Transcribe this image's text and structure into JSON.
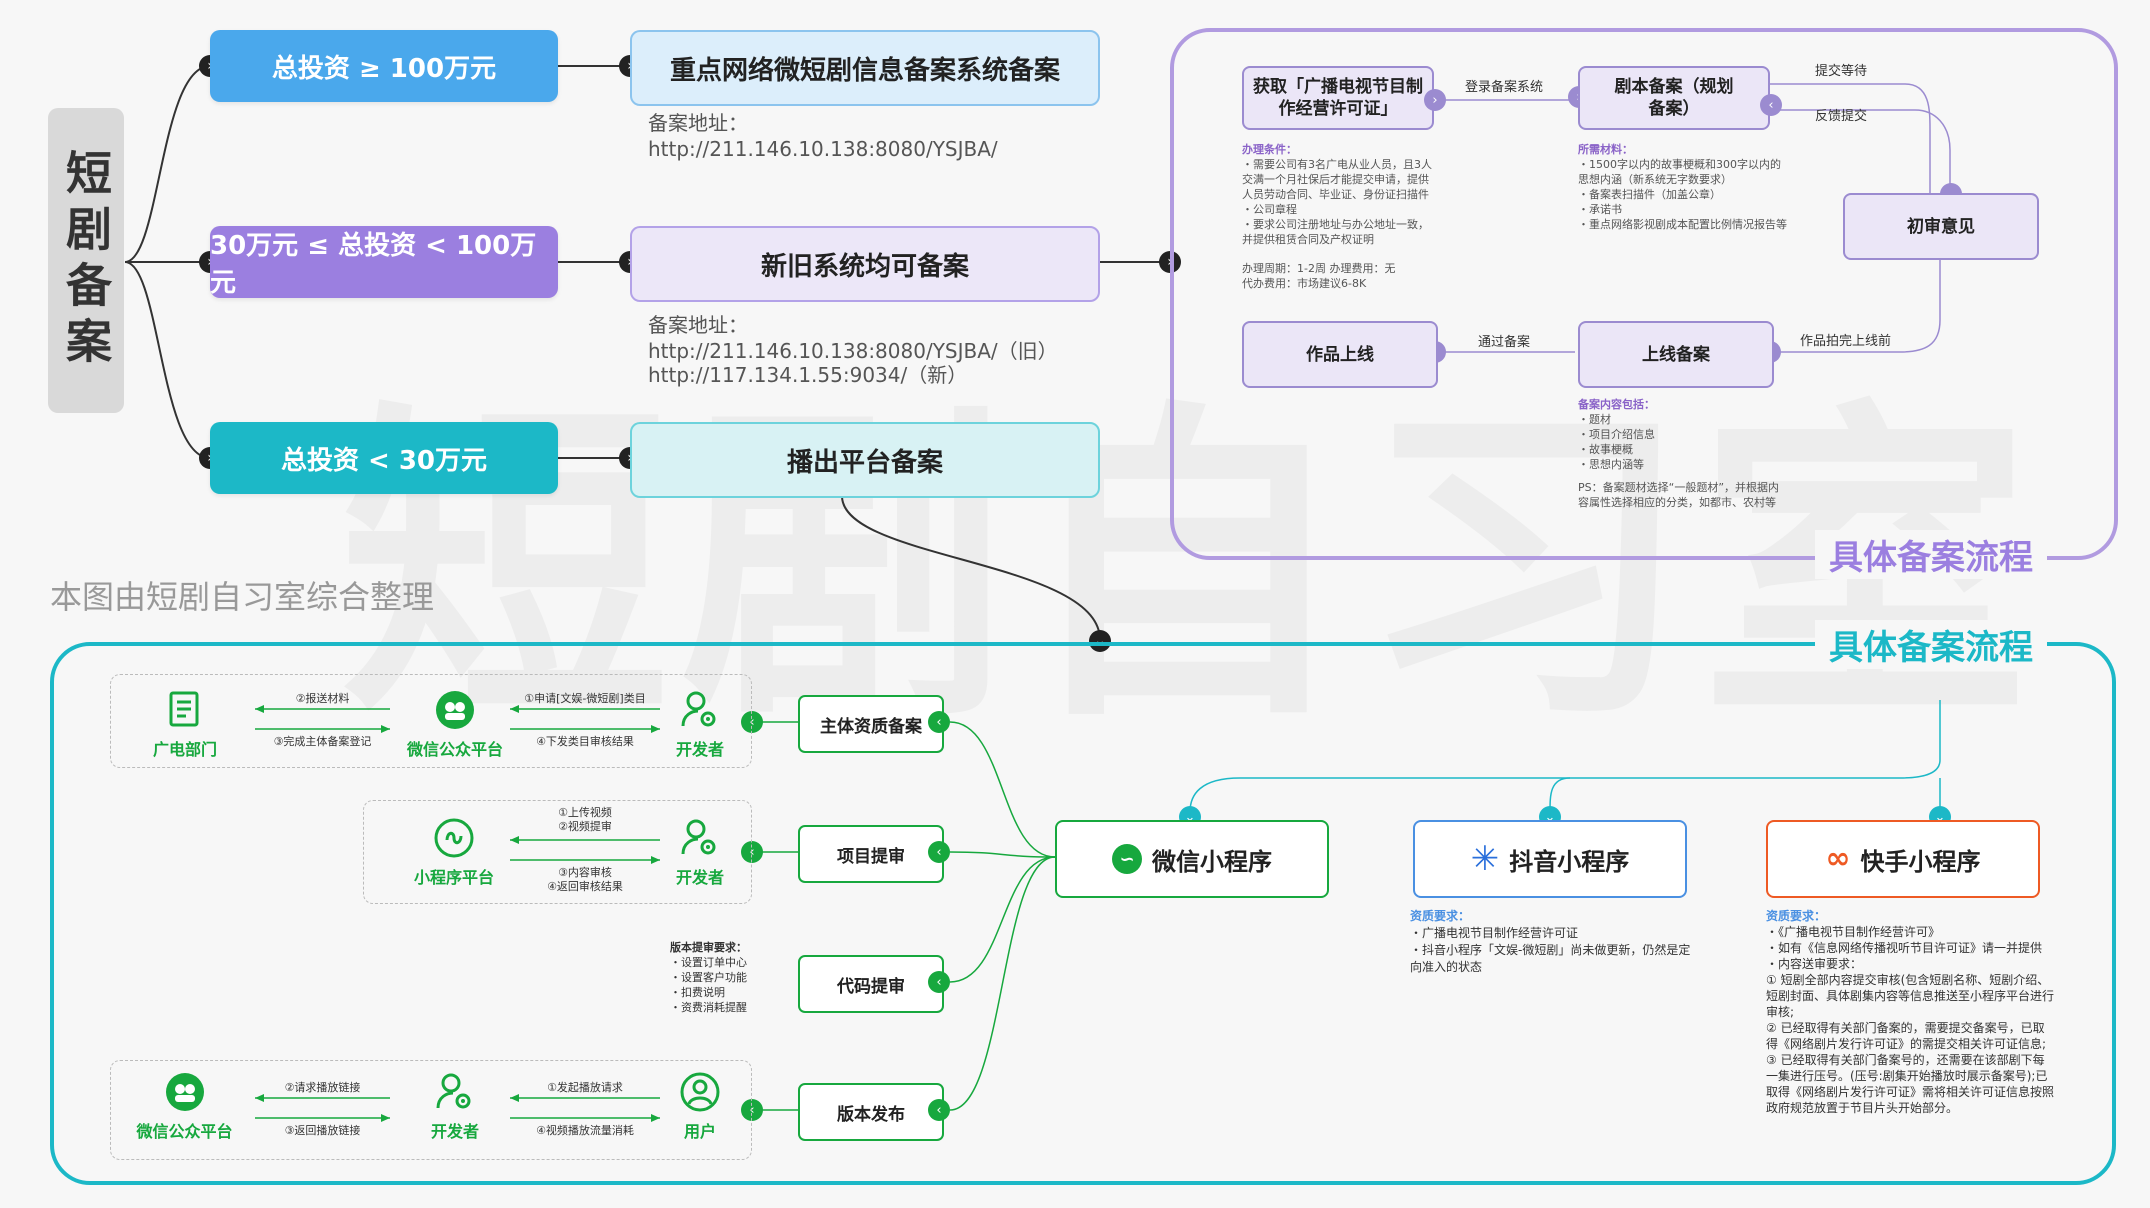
{
  "main_title": "短剧备案",
  "credit": "本图由短剧自习室综合整理",
  "watermark": "短剧自习室",
  "tiers": [
    {
      "label": "总投资 ≥ 100万元",
      "color": "#4aa8ec",
      "target": "重点网络微短剧信息备案系统备案",
      "addr_title": "备案地址：",
      "addr_lines": [
        "http://211.146.10.138:8080/YSJBA/"
      ]
    },
    {
      "label": "30万元 ≤ 总投资 < 100万元",
      "color": "#9b7fe0",
      "target": "新旧系统均可备案",
      "addr_title": "备案地址：",
      "addr_lines": [
        "http://211.146.10.138:8080/YSJBA/（旧）",
        "http://117.134.1.55:9034/（新）"
      ]
    },
    {
      "label": "总投资 < 30万元",
      "color": "#1cb8c7",
      "target": "播出平台备案",
      "addr_title": "",
      "addr_lines": []
    }
  ],
  "process": {
    "title": "具体备案流程",
    "box_license": "获取「广播电视节目制作经营许可证」",
    "box_script": "剧本备案（规划备案）",
    "box_review": "初审意见",
    "box_online_record": "上线备案",
    "box_launch": "作品上线",
    "lbl_login": "登录备案系统",
    "lbl_submit": "提交等待",
    "lbl_feedback": "反馈提交",
    "lbl_before": "作品拍完上线前",
    "lbl_pass": "通过备案",
    "cond_title": "办理条件：",
    "cond_lines": [
      "・需要公司有3名广电从业人员，且3人",
      "交满一个月社保后才能提交申请，提供",
      "人员劳动合同、毕业证、身份证扫描件",
      "・公司章程",
      "・要求公司注册地址与办公地址一致，",
      "并提供租赁合同及产权证明"
    ],
    "cond_period": "办理周期：1-2周    办理费用：无",
    "cond_agent": "代办费用：市场建议6-8K",
    "mat_title": "所需材料：",
    "mat_lines": [
      "・1500字以内的故事梗概和300字以内的",
      "思想内涵（新系统无字数要求）",
      "・备案表扫描件（加盖公章）",
      "・承诺书",
      "・重点网络影视剧成本配置比例情况报告等"
    ],
    "content_title": "备案内容包括：",
    "content_lines": [
      "・题材",
      "・项目介绍信息",
      "・故事梗概",
      "・思想内涵等"
    ],
    "ps_lines": [
      "PS：备案题材选择“一般题材”，并根据内",
      "容属性选择相应的分类，如都市、农村等"
    ]
  },
  "bottom": {
    "title": "具体备案流程",
    "steps": [
      "主体资质备案",
      "项目提审",
      "代码提审",
      "版本发布"
    ],
    "row1": {
      "a": "广电部门",
      "b": "微信公众平台",
      "c": "开发者",
      "ab_top": "②报送材料",
      "ab_bottom": "③完成主体备案登记",
      "bc_top": "①申请[文娱-微短剧]类目",
      "bc_bottom": "④下发类目审核结果"
    },
    "row2": {
      "a": "小程序平台",
      "c": "开发者",
      "ac_top": [
        "①上传视频",
        "②视频提审"
      ],
      "ac_bottom": [
        "③内容审核",
        "④返回审核结果"
      ]
    },
    "version_req_title": "版本提审要求：",
    "version_req": [
      "・设置订单中心",
      "・设置客户功能",
      "・扣费说明",
      "・资费消耗提醒"
    ],
    "row4": {
      "a": "微信公众平台",
      "b": "开发者",
      "c": "用户",
      "ab_top": "②请求播放链接",
      "ab_bottom": "③返回播放链接",
      "bc_top": "①发起播放请求",
      "bc_bottom": "④视频播放流量消耗"
    },
    "platforms": [
      {
        "name": "微信小程序",
        "color": "#17a83e"
      },
      {
        "name": "抖音小程序",
        "color": "#4a90e2"
      },
      {
        "name": "快手小程序",
        "color": "#ee5a24"
      }
    ],
    "douyin_req_title": "资质要求：",
    "douyin_req": [
      "・广播电视节目制作经营许可证",
      "・抖音小程序「文娱-微短剧」尚未做更新，仍然是定",
      "向准入的状态"
    ],
    "kuaishou_req_title": "资质要求：",
    "kuaishou_req": [
      "・《广播电视节目制作经营许可》",
      "・如有《信息网络传播视听节目许可证》请一并提供",
      "・内容送审要求：",
      "① 短剧全部内容提交审核(包含短剧名称、短剧介绍、",
      "短剧封面、具体剧集内容等信息推送至小程序平台进行",
      "审核;",
      "② 已经取得有关部门备案的，需要提交备案号，已取",
      "得《网络剧片发行许可证》的需提交相关许可证信息;",
      "③ 已经取得有关部门备案号的，还需要在该部剧下每",
      "一集进行压号。(压号:剧集开始播放时展示备案号);已",
      "取得《网络剧片发行许可证》需将相关许可证信息按照",
      "政府规范放置于节目片头开始部分。"
    ]
  }
}
